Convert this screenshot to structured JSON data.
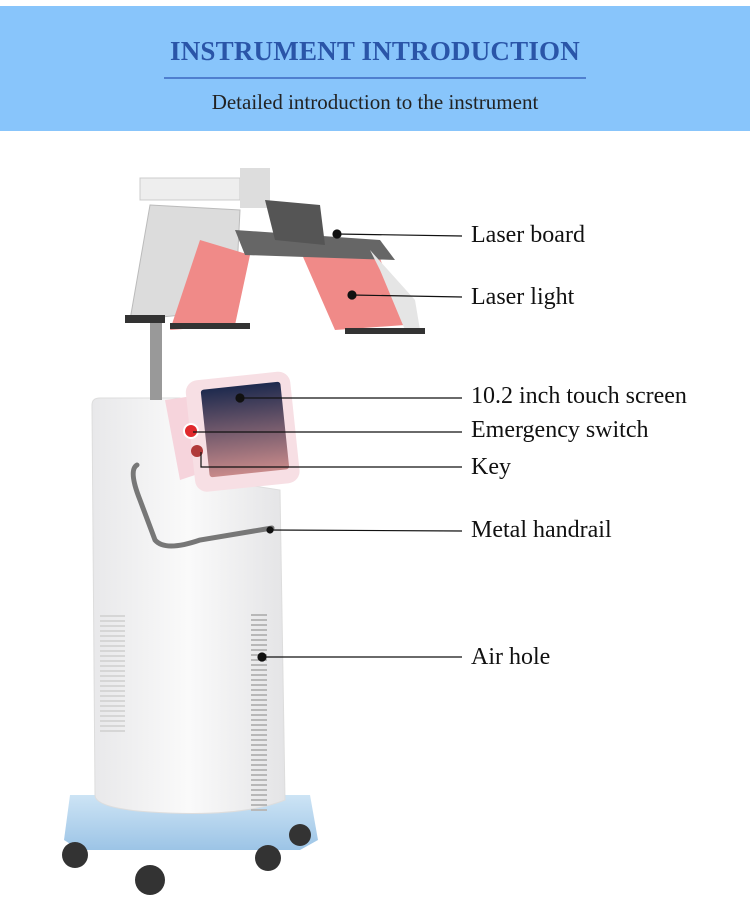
{
  "header": {
    "title": "INSTRUMENT INTRODUCTION",
    "subtitle": "Detailed introduction to the instrument",
    "background": "#88c5fb",
    "title_color": "#2a55a8"
  },
  "labels": [
    {
      "text": "Laser board"
    },
    {
      "text": "Laser light"
    },
    {
      "text": "10.2 inch touch screen"
    },
    {
      "text": "Emergency switch"
    },
    {
      "text": "Key"
    },
    {
      "text": "Metal handrail"
    },
    {
      "text": "Air hole"
    }
  ]
}
